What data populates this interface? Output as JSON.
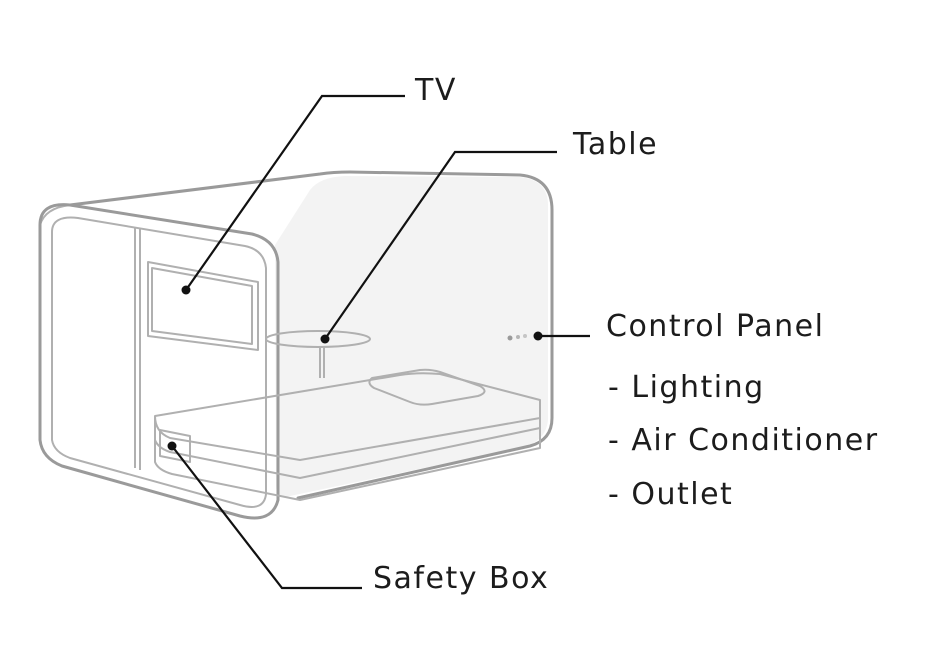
{
  "labels": {
    "tv": "TV",
    "table": "Table",
    "control_panel": "Control Panel",
    "control_items": [
      "- Lighting",
      "- Air Conditioner",
      "- Outlet"
    ],
    "safety_box": "Safety Box"
  }
}
